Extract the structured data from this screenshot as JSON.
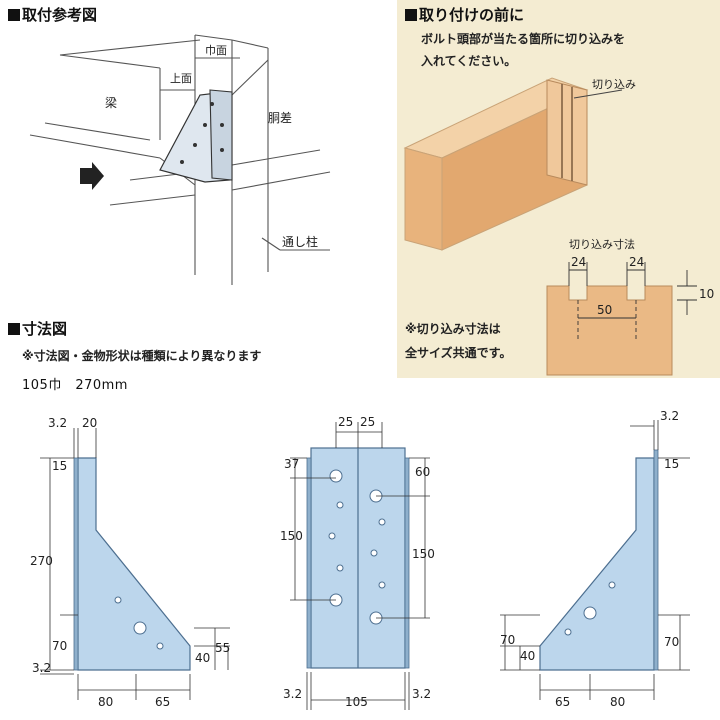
{
  "install_ref": {
    "heading": "取付参考図",
    "labels": {
      "beam": "梁",
      "top_face": "上面",
      "width_face": "巾面",
      "body_diff": "胴差",
      "through_column": "通し柱"
    }
  },
  "before_install": {
    "heading": "取り付けの前に",
    "instruction_line1": "ボルト頭部が当たる箇所に切り込みを",
    "instruction_line2": "入れてください。",
    "notch_label": "切り込み",
    "notch_dims_title": "切り込み寸法",
    "dims": {
      "notch_a": "24",
      "notch_b": "24",
      "spacing": "50",
      "depth": "10"
    },
    "common_note_line1": "※切り込み寸法は",
    "common_note_line2": "全サイズ共通です。",
    "colors": {
      "panel": "#f4ecd2",
      "wood": "#eab985"
    }
  },
  "dimensions": {
    "heading": "寸法図",
    "note": "※寸法図・金物形状は種類により異なります",
    "size": "105巾　270mm",
    "left_view": {
      "t": "3.2",
      "w": "20",
      "top": "15",
      "height": "270",
      "low": "70",
      "bottom_t": "3.2",
      "a": "40",
      "b": "55",
      "base1": "80",
      "base2": "65"
    },
    "front_view": {
      "c1": "25",
      "c2": "25",
      "top_l": "37",
      "top_r": "60",
      "mid_l": "150",
      "mid_r": "150",
      "t_l": "3.2",
      "width": "105",
      "t_r": "3.2"
    },
    "right_view": {
      "t": "3.2",
      "top": "15",
      "a": "70",
      "b": "40",
      "h": "70",
      "base1": "65",
      "base2": "80"
    },
    "colors": {
      "plate": "#bcd6ec",
      "plate_stroke": "#4d6f90"
    }
  }
}
